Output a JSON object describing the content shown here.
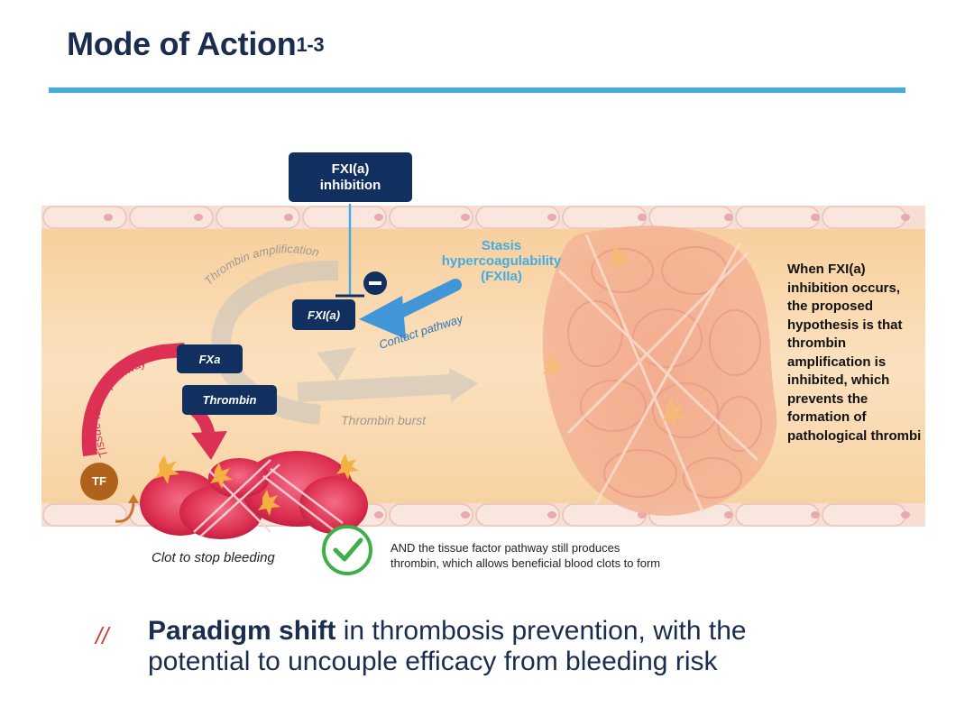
{
  "slide": {
    "title": "Mode of Action",
    "title_superscript": "1-3"
  },
  "diagram": {
    "inhibition_box": {
      "line1": "FXI(a)",
      "line2": "inhibition"
    },
    "fxi_box": "FXI(a)",
    "fxa_box": "FXa",
    "thrombin_box": "Thrombin",
    "tf_label": "TF",
    "minus_symbol": "−",
    "stasis_label": {
      "line1": "Stasis",
      "line2": "hypercoagulability",
      "line3": "(FXIIa)"
    },
    "thrombin_amplification": "Thrombin amplification",
    "contact_pathway": "Contact pathway",
    "tissue_factor_pathway": "Tissue factor pathway",
    "thrombin_burst": "Thrombin burst",
    "clot_caption": "Clot to stop bleeding",
    "check_note": {
      "line1": "AND the tissue factor pathway still produces",
      "line2": "thrombin, which allows beneficial blood clots to form"
    },
    "side_note": "When FXI(a) inhibition occurs, the proposed hypothesis is that thrombin amplification is inhibited, which prevents the formation of pathological thrombi",
    "icons": [
      "check-circle-icon",
      "minus-circle-icon"
    ],
    "colors": {
      "navy": "#12305f",
      "accent_blue": "#45ace3",
      "red_pathway": "#dc3154",
      "vessel": "#f7d3a7",
      "check_green": "#3fae49"
    }
  },
  "footer": {
    "marker": "//",
    "bold": "Paradigm shift",
    "rest_line1": " in thrombosis prevention, with the",
    "line2": "potential to uncouple efficacy from bleeding risk"
  }
}
